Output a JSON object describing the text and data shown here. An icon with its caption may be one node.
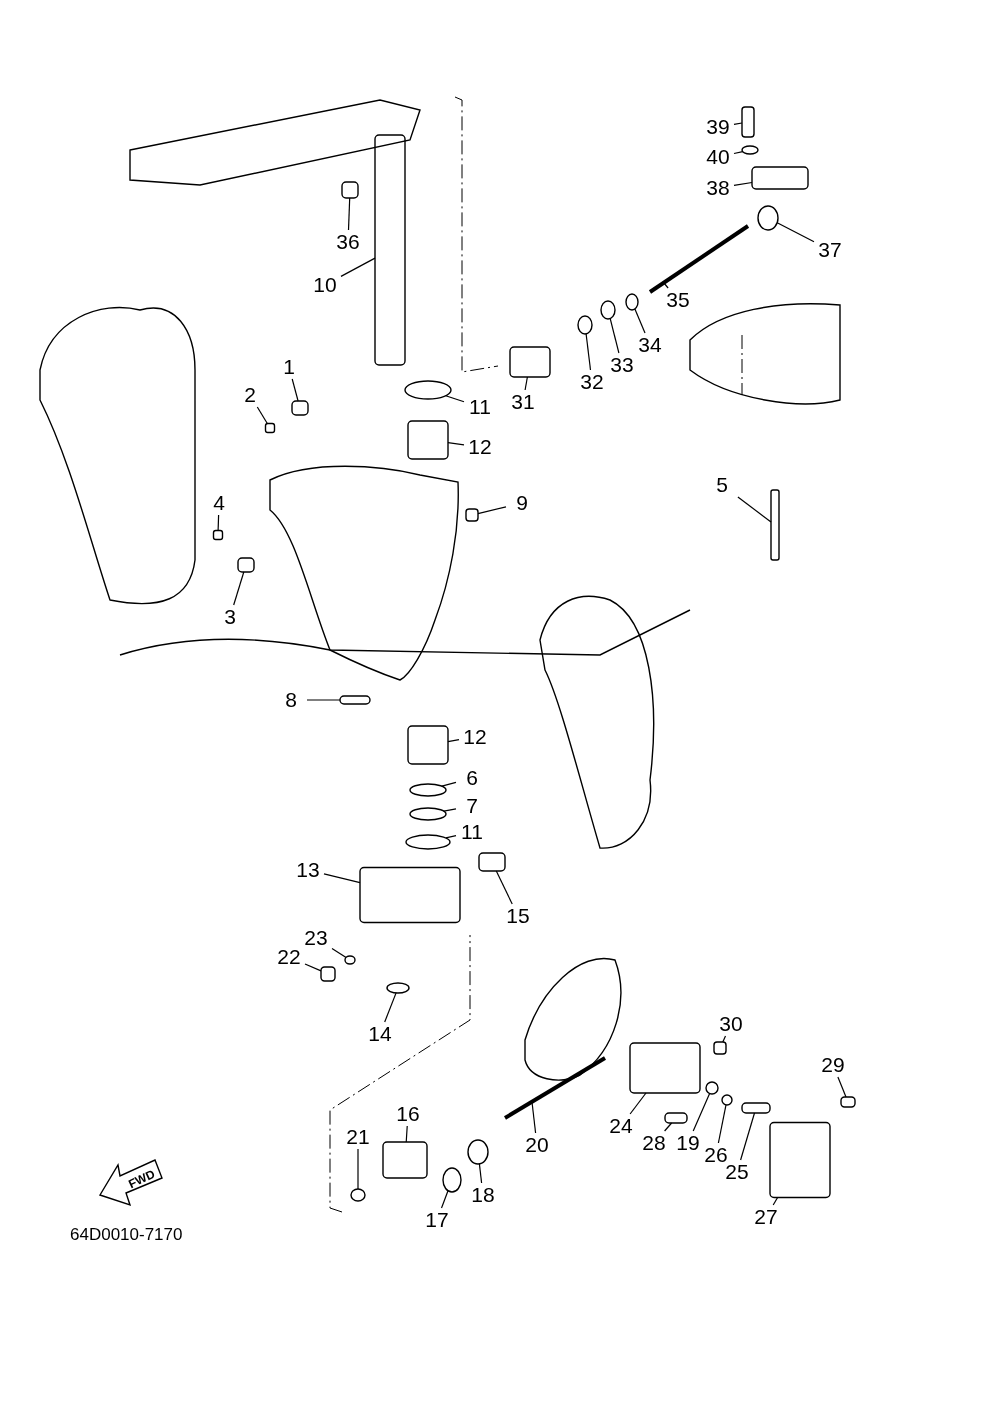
{
  "diagram": {
    "nodes": [
      {
        "text": [
          "39"
        ]
      },
      {
        "text": [
          "40"
        ]
      },
      {
        "text": [
          "38"
        ]
      },
      {
        "text": [
          "36"
        ]
      },
      {
        "text": [
          "37"
        ]
      },
      {
        "text": [
          "10"
        ]
      },
      {
        "text": [
          "35"
        ]
      },
      {
        "text": [
          "34"
        ]
      },
      {
        "text": [
          "33"
        ]
      },
      {
        "text": [
          "32"
        ]
      },
      {
        "text": [
          "31"
        ]
      },
      {
        "text": [
          "1"
        ]
      },
      {
        "text": [
          "2"
        ]
      },
      {
        "text": [
          "11"
        ]
      },
      {
        "text": [
          "12"
        ]
      },
      {
        "text": [
          "5"
        ]
      },
      {
        "text": [
          "4"
        ]
      },
      {
        "text": [
          "9"
        ]
      },
      {
        "text": [
          "3"
        ]
      },
      {
        "text": [
          "8"
        ]
      },
      {
        "text": [
          "12"
        ]
      },
      {
        "text": [
          "6"
        ]
      },
      {
        "text": [
          "7"
        ]
      },
      {
        "text": [
          "11"
        ]
      },
      {
        "text": [
          "13"
        ]
      },
      {
        "text": [
          "15"
        ]
      },
      {
        "text": [
          "23"
        ]
      },
      {
        "text": [
          "22"
        ]
      },
      {
        "text": [
          "14"
        ]
      },
      {
        "text": [
          "30"
        ]
      },
      {
        "text": [
          "29"
        ]
      },
      {
        "text": [
          "16"
        ]
      },
      {
        "text": [
          "21"
        ]
      },
      {
        "text": [
          "24"
        ]
      },
      {
        "text": [
          "20"
        ]
      },
      {
        "text": [
          "28"
        ]
      },
      {
        "text": [
          "19"
        ]
      },
      {
        "text": [
          "26"
        ]
      },
      {
        "text": [
          "25"
        ]
      },
      {
        "text": [
          "18"
        ]
      },
      {
        "text": [
          "17"
        ]
      },
      {
        "text": [
          "27"
        ]
      },
      {
        "text": [],
        "shape": "box"
      },
      {
        "text": [],
        "shape": "circle"
      },
      {
        "text": [],
        "shape": "box"
      },
      {
        "text": [],
        "shape": "box"
      },
      {
        "text": [],
        "shape": "circle"
      },
      {
        "text": [],
        "shape": "box"
      },
      {
        "text": [],
        "shape": "bar"
      },
      {
        "text": [],
        "shape": "circle"
      },
      {
        "text": [],
        "shape": "circle"
      },
      {
        "text": [],
        "shape": "circle"
      },
      {
        "text": [],
        "shape": "box"
      },
      {
        "text": [],
        "shape": "box"
      },
      {
        "text": [],
        "shape": "box"
      },
      {
        "text": [],
        "shape": "circle"
      },
      {
        "text": [],
        "shape": "box"
      },
      {
        "text": [],
        "shape": "box"
      },
      {
        "text": [],
        "shape": "box"
      },
      {
        "text": [],
        "shape": "box"
      },
      {
        "text": [],
        "shape": "box"
      },
      {
        "text": [],
        "shape": "box"
      },
      {
        "text": [],
        "shape": "box"
      },
      {
        "text": [],
        "shape": "circle"
      },
      {
        "text": [],
        "shape": "circle"
      },
      {
        "text": [],
        "shape": "circle"
      },
      {
        "text": [],
        "shape": "box"
      },
      {
        "text": [],
        "shape": "box"
      },
      {
        "text": [],
        "shape": "circle"
      },
      {
        "text": [],
        "shape": "box"
      },
      {
        "text": [],
        "shape": "circle"
      },
      {
        "text": [],
        "shape": "box"
      },
      {
        "text": [],
        "shape": "box"
      },
      {
        "text": [],
        "shape": "box"
      },
      {
        "text": [],
        "shape": "circle"
      },
      {
        "text": [],
        "shape": "box"
      },
      {
        "text": [],
        "shape": "bar"
      },
      {
        "text": [],
        "shape": "box"
      },
      {
        "text": [],
        "shape": "circle"
      },
      {
        "text": [],
        "shape": "circle"
      },
      {
        "text": [],
        "shape": "box"
      },
      {
        "text": [],
        "shape": "circle"
      },
      {
        "text": [],
        "shape": "circle"
      },
      {
        "text": [],
        "shape": "box"
      }
    ],
    "edges": [
      {
        "from": 0,
        "to": 42,
        "arrow": "none"
      },
      {
        "from": 1,
        "to": 43,
        "arrow": "none"
      },
      {
        "from": 2,
        "to": 44,
        "arrow": "none"
      },
      {
        "from": 3,
        "to": 45,
        "arrow": "none"
      },
      {
        "from": 4,
        "to": 46,
        "arrow": "none"
      },
      {
        "from": 5,
        "to": 47,
        "arrow": "none"
      },
      {
        "from": 6,
        "to": 48,
        "arrow": "none"
      },
      {
        "from": 7,
        "to": 49,
        "arrow": "none"
      },
      {
        "from": 8,
        "to": 50,
        "arrow": "none"
      },
      {
        "from": 9,
        "to": 51,
        "arrow": "none"
      },
      {
        "from": 10,
        "to": 52,
        "arrow": "none"
      },
      {
        "from": 11,
        "to": 53,
        "arrow": "none"
      },
      {
        "from": 12,
        "to": 54,
        "arrow": "none"
      },
      {
        "from": 13,
        "to": 55,
        "arrow": "none"
      },
      {
        "from": 14,
        "to": 56,
        "arrow": "none"
      },
      {
        "from": 15,
        "to": 57,
        "arrow": "none"
      },
      {
        "from": 16,
        "to": 58,
        "arrow": "none"
      },
      {
        "from": 17,
        "to": 59,
        "arrow": "none"
      },
      {
        "from": 18,
        "to": 60,
        "arrow": "none"
      },
      {
        "from": 19,
        "to": 61,
        "arrow": "none"
      },
      {
        "from": 20,
        "to": 62,
        "arrow": "none"
      },
      {
        "from": 21,
        "to": 63,
        "arrow": "none"
      },
      {
        "from": 22,
        "to": 64,
        "arrow": "none"
      },
      {
        "from": 23,
        "to": 65,
        "arrow": "none"
      },
      {
        "from": 24,
        "to": 66,
        "arrow": "none"
      },
      {
        "from": 25,
        "to": 67,
        "arrow": "none"
      },
      {
        "from": 26,
        "to": 68,
        "arrow": "none"
      },
      {
        "from": 27,
        "to": 69,
        "arrow": "none"
      },
      {
        "from": 28,
        "to": 70,
        "arrow": "none"
      },
      {
        "from": 29,
        "to": 71,
        "arrow": "none"
      },
      {
        "from": 30,
        "to": 72,
        "arrow": "none"
      },
      {
        "from": 31,
        "to": 73,
        "arrow": "none"
      },
      {
        "from": 32,
        "to": 74,
        "arrow": "none"
      },
      {
        "from": 33,
        "to": 75,
        "arrow": "none"
      },
      {
        "from": 34,
        "to": 76,
        "arrow": "none"
      },
      {
        "from": 35,
        "to": 77,
        "arrow": "none"
      },
      {
        "from": 36,
        "to": 78,
        "arrow": "none"
      },
      {
        "from": 37,
        "to": 79,
        "arrow": "none"
      },
      {
        "from": 38,
        "to": 80,
        "arrow": "none"
      },
      {
        "from": 39,
        "to": 81,
        "arrow": "none"
      },
      {
        "from": 40,
        "to": 82,
        "arrow": "none"
      },
      {
        "from": 41,
        "to": 83,
        "arrow": "none"
      }
    ],
    "labels": [
      "FWD",
      "64D0010-7170"
    ]
  }
}
